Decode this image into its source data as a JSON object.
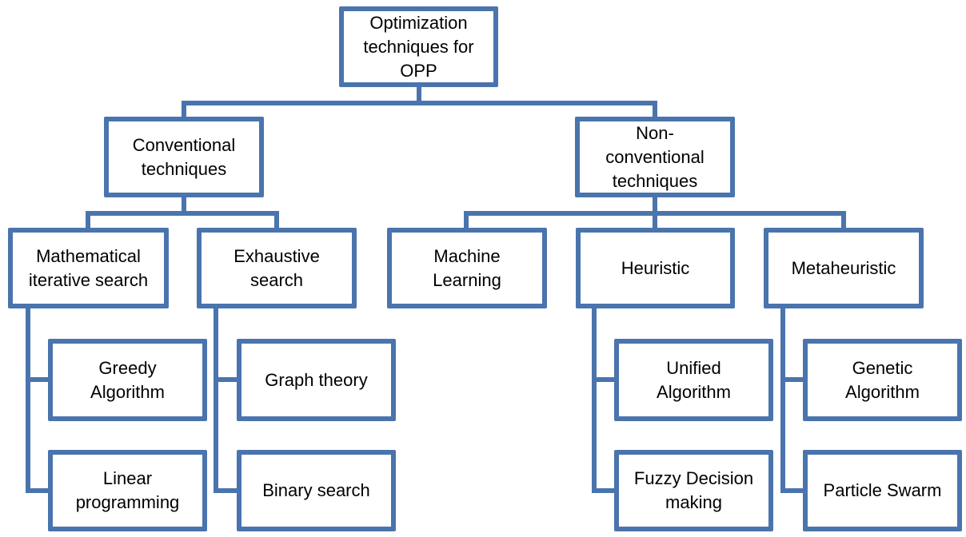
{
  "diagram": {
    "type": "tree",
    "accent_color": "#4a74ad",
    "root": {
      "label": "Optimization techniques for OPP"
    },
    "level1": {
      "conventional": {
        "label": "Conventional techniques"
      },
      "non_conventional": {
        "label": "Non-conventional techniques"
      }
    },
    "level2": {
      "mathematical": {
        "label": "Mathematical iterative search"
      },
      "exhaustive": {
        "label": "Exhaustive search"
      },
      "machine_learning": {
        "label": "Machine Learning"
      },
      "heuristic": {
        "label": "Heuristic"
      },
      "metaheuristic": {
        "label": "Metaheuristic"
      }
    },
    "level3": {
      "greedy": {
        "label": "Greedy Algorithm"
      },
      "linear": {
        "label": "Linear programming"
      },
      "graph": {
        "label": "Graph theory"
      },
      "binary": {
        "label": "Binary search"
      },
      "unified": {
        "label": "Unified Algorithm"
      },
      "fuzzy": {
        "label": "Fuzzy Decision making"
      },
      "genetic": {
        "label": "Genetic Algorithm"
      },
      "particle": {
        "label": "Particle Swarm"
      }
    },
    "edges": [
      [
        "Optimization techniques for OPP",
        "Conventional techniques"
      ],
      [
        "Optimization techniques for OPP",
        "Non-conventional techniques"
      ],
      [
        "Conventional techniques",
        "Mathematical iterative search"
      ],
      [
        "Conventional techniques",
        "Exhaustive search"
      ],
      [
        "Non-conventional techniques",
        "Machine Learning"
      ],
      [
        "Non-conventional techniques",
        "Heuristic"
      ],
      [
        "Non-conventional techniques",
        "Metaheuristic"
      ],
      [
        "Mathematical iterative search",
        "Greedy Algorithm"
      ],
      [
        "Mathematical iterative search",
        "Linear programming"
      ],
      [
        "Exhaustive search",
        "Graph theory"
      ],
      [
        "Exhaustive search",
        "Binary search"
      ],
      [
        "Heuristic",
        "Unified Algorithm"
      ],
      [
        "Heuristic",
        "Fuzzy Decision making"
      ],
      [
        "Metaheuristic",
        "Genetic Algorithm"
      ],
      [
        "Metaheuristic",
        "Particle Swarm"
      ]
    ]
  }
}
